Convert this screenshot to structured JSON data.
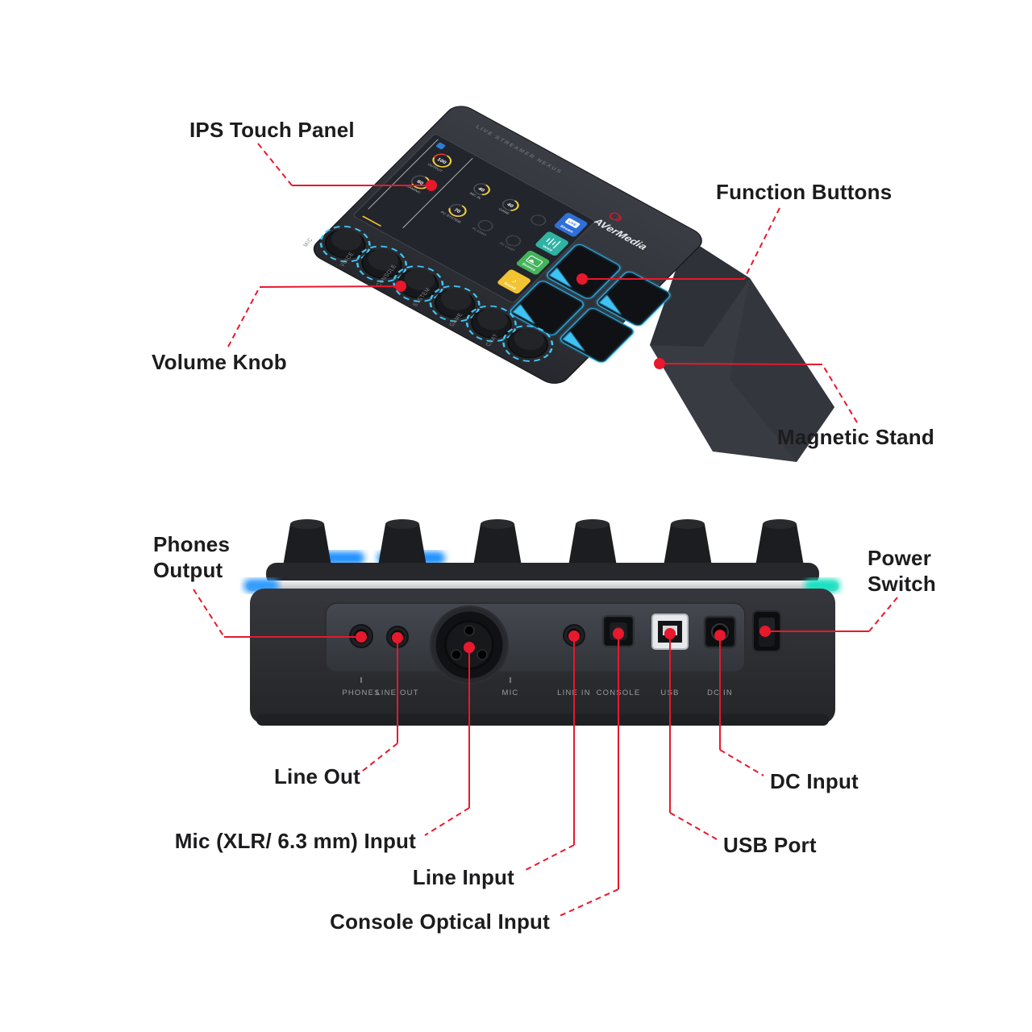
{
  "colors": {
    "callout_red": "#e8182d",
    "label_text": "#1c1c1e",
    "port_label_gray": "#9b9da1",
    "pad_glow_blue": "#3ec4f7",
    "edge_green": "#2ec84f",
    "edge_magenta": "#f21dbb",
    "edge_cyan": "#19c8d8"
  },
  "top_view": {
    "device_title": "LIVE STREAMER NEXUS",
    "brand": "AVerMedia",
    "callouts": {
      "ips": "IPS Touch Panel",
      "function": "Function Buttons",
      "volume": "Volume Knob",
      "magnetic": "Magnetic Stand"
    },
    "knob_labels": [
      "MIC",
      "VOICE",
      "CONSOLE",
      "SYSTEM",
      "GAME",
      "CHAT"
    ],
    "screen": {
      "gauges": [
        {
          "value": "100",
          "label": "OUTPUT"
        },
        {
          "value": "60",
          "label": "GAMING"
        },
        {
          "value": "40",
          "label": "MIC IN"
        },
        {
          "value": "40",
          "label": "GAME"
        },
        {
          "value": "70",
          "label": "PC SYSTEM"
        },
        {
          "value": "",
          "label": "PLASMA"
        },
        {
          "value": "",
          "label": "PC CHAT"
        }
      ],
      "tiles": [
        {
          "label": "Stream",
          "color": "#2f6fd8"
        },
        {
          "label": "Voice",
          "color": "#2fb3a3"
        },
        {
          "label": "Scenes",
          "color": "#43b45c"
        },
        {
          "label": "Sound",
          "color": "#f2c431"
        }
      ]
    }
  },
  "rear_view": {
    "callouts": {
      "phones_line1": "Phones",
      "phones_line2": "Output",
      "power_line1": "Power",
      "power_line2": "Switch",
      "line_out": "Line Out",
      "mic": "Mic (XLR/ 6.3 mm) Input",
      "line_input": "Line Input",
      "console": "Console Optical Input",
      "usb": "USB Port",
      "dc": "DC Input"
    },
    "port_labels": {
      "phones": "PHONES",
      "line_out": "LINE OUT",
      "mic": "MIC",
      "line_in": "LINE IN",
      "console": "CONSOLE",
      "usb": "USB",
      "dc_in": "DC IN"
    }
  }
}
